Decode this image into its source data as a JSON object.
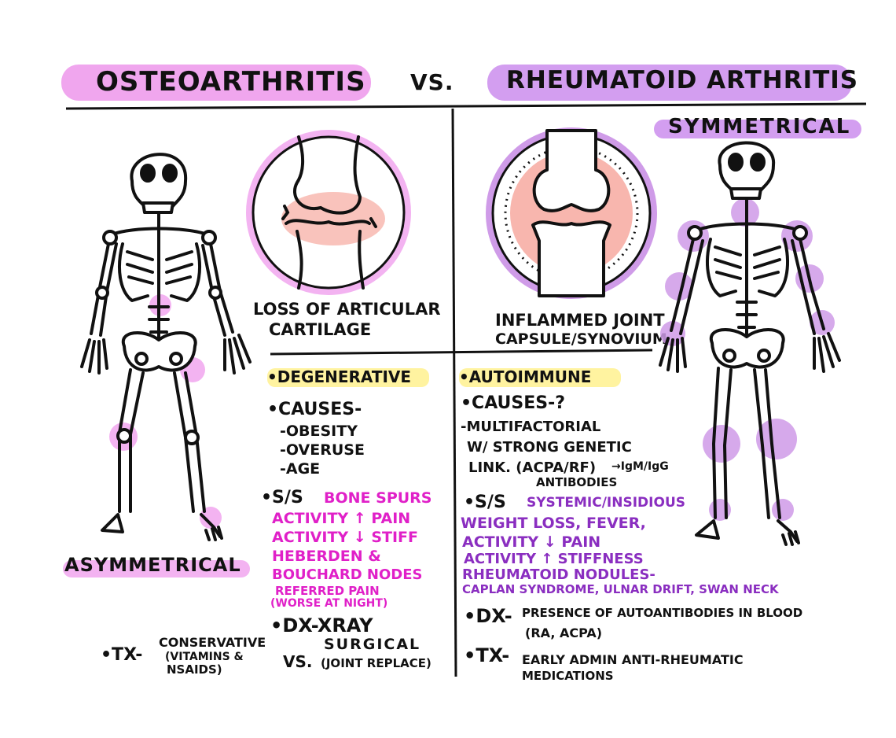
{
  "header": {
    "left_title": "OSTEOARTHRITIS",
    "vs": "VS.",
    "right_title": "RHEUMATOID ARTHRITIS"
  },
  "colors": {
    "oa_pill": "#f0a6ee",
    "ra_pill": "#d39ef0",
    "joint_highlight_oa": "#f3b3f1",
    "joint_highlight_ra": "#cf9be8",
    "inflammation": "#f7a9a0",
    "degenerative_highlight": "#fff3a0",
    "oa_text": "#e020c8",
    "ra_text": "#8a2ec0"
  },
  "oa": {
    "distribution": "ASYMMETRICAL",
    "joint_caption": [
      "LOSS OF ARTICULAR",
      "CARTILAGE"
    ],
    "type": "•DEGENERATIVE",
    "causes_label": "•CAUSES-",
    "causes": [
      "-OBESITY",
      "-OVERUSE",
      "-AGE"
    ],
    "ss_label": "•S/S",
    "ss_first": "BONE SPURS",
    "ss_lines": [
      "ACTIVITY ↑ PAIN",
      "ACTIVITY ↓ STIFF",
      "HEBERDEN &",
      "BOUCHARD NODES"
    ],
    "ss_small": [
      "REFERRED PAIN",
      "(WORSE AT NIGHT)"
    ],
    "dx": "•DX-XRAY",
    "tx_label": "•TX-",
    "tx_left": [
      "CONSERVATIVE",
      "(VITAMINS &",
      "NSAIDS)"
    ],
    "tx_vs": "VS.",
    "tx_right": [
      "SURGICAL",
      "(JOINT REPLACE)"
    ]
  },
  "ra": {
    "distribution": "SYMMETRICAL",
    "joint_caption": [
      "INFLAMMED JOINT",
      "CAPSULE/SYNOVIUM"
    ],
    "type": "•AUTOIMMUNE",
    "causes_label": "•CAUSES-?",
    "causes_lines": [
      "-MULTIFACTORIAL",
      "W/ STRONG GENETIC",
      "LINK. (ACPA/RF)"
    ],
    "causes_arrow": "→IgM/IgG",
    "causes_antibodies": "ANTIBODIES",
    "ss_label": "•S/S",
    "ss_first": "SYSTEMIC/INSIDIOUS",
    "ss_lines": [
      "WEIGHT LOSS, FEVER,",
      "ACTIVITY ↓ PAIN",
      "ACTIVITY ↑ STIFFNESS",
      "RHEUMATOID NODULES-",
      "CAPLAN SYNDROME, ULNAR DRIFT, SWAN NECK"
    ],
    "dx_label": "•DX-",
    "dx_lines": [
      "PRESENCE OF AUTOANTIBODIES IN BLOOD",
      "(RA, ACPA)"
    ],
    "tx_label": "•TX-",
    "tx_lines": [
      "EARLY ADMIN ANTI-RHEUMATIC",
      "MEDICATIONS"
    ]
  }
}
